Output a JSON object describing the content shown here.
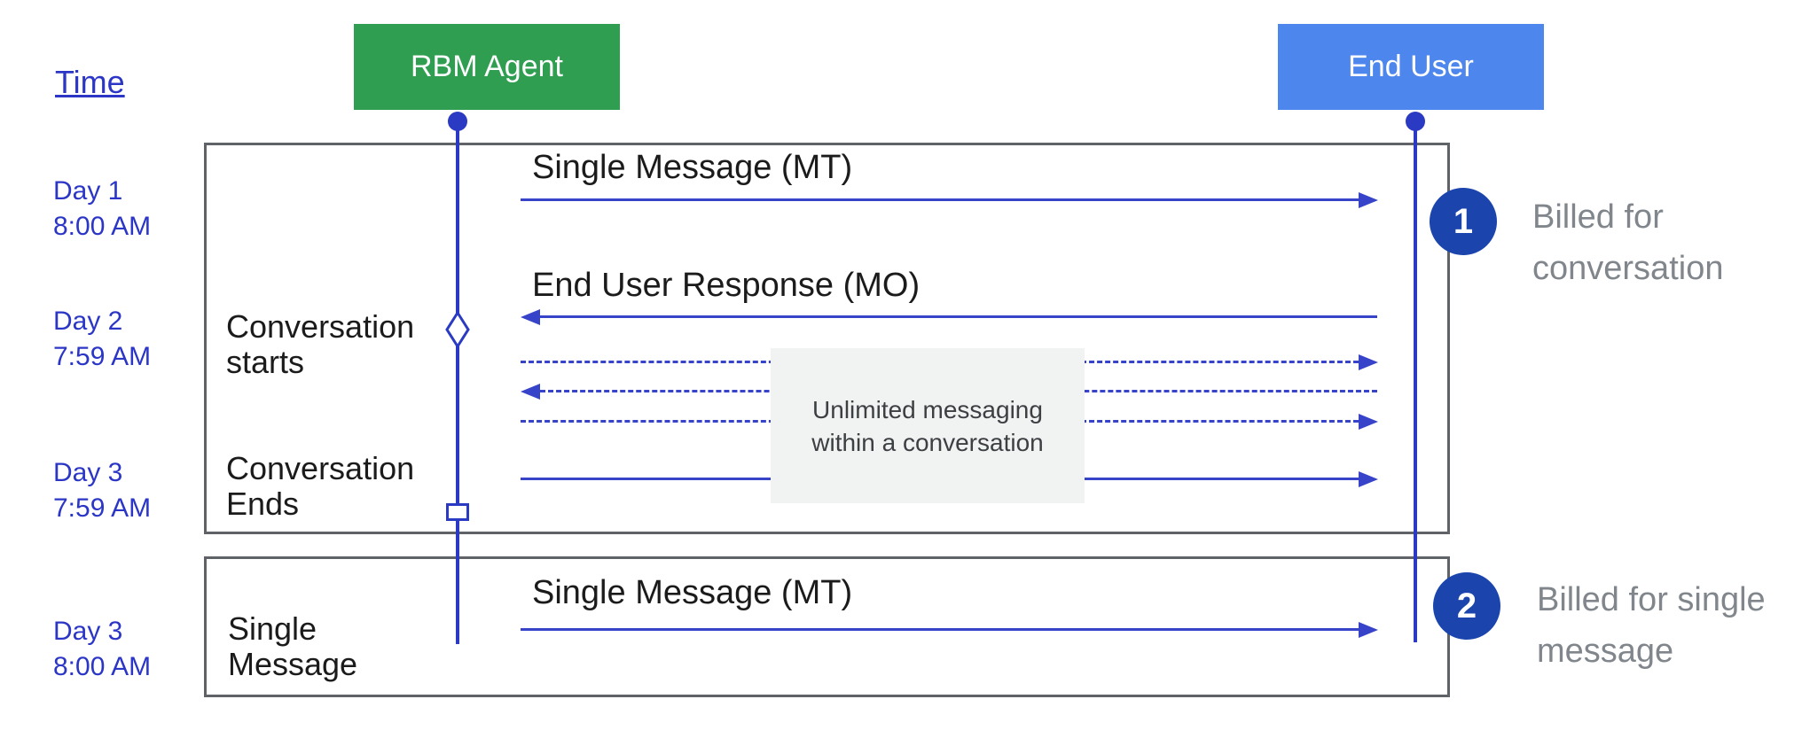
{
  "header": {
    "time_label": "Time"
  },
  "actors": {
    "rbm_agent": {
      "label": "RBM Agent",
      "color": "#2f9e50"
    },
    "end_user": {
      "label": "End User",
      "color": "#4d86ec"
    }
  },
  "timeline": [
    {
      "day": "Day 1",
      "time": "8:00 AM"
    },
    {
      "day": "Day 2",
      "time": "7:59 AM"
    },
    {
      "day": "Day 3",
      "time": "7:59 AM"
    },
    {
      "day": "Day 3",
      "time": "8:00 AM"
    }
  ],
  "conversation_frame": {
    "mt_message": "Single Message (MT)",
    "mo_message": "End User Response (MO)",
    "note": "Unlimited messaging within a conversation",
    "starts_label": "Conversation starts",
    "ends_label": "Conversation Ends"
  },
  "single_message_frame": {
    "label": "Single Message",
    "mt_message": "Single Message (MT)"
  },
  "annotations": [
    {
      "number": "1",
      "text": "Billed for conversation"
    },
    {
      "number": "2",
      "text": "Billed for single message"
    }
  ],
  "colors": {
    "agent_green": "#2f9e50",
    "end_user_blue": "#4d86ec",
    "arrow_blue": "#3743c8",
    "lifeline_blue": "#2b3ac2",
    "label_blue": "#2b36c6",
    "badge_blue": "#1b45ad",
    "frame_gray": "#5f6368",
    "note_gray": "#f1f2f2",
    "annotation_gray": "#80868b"
  }
}
